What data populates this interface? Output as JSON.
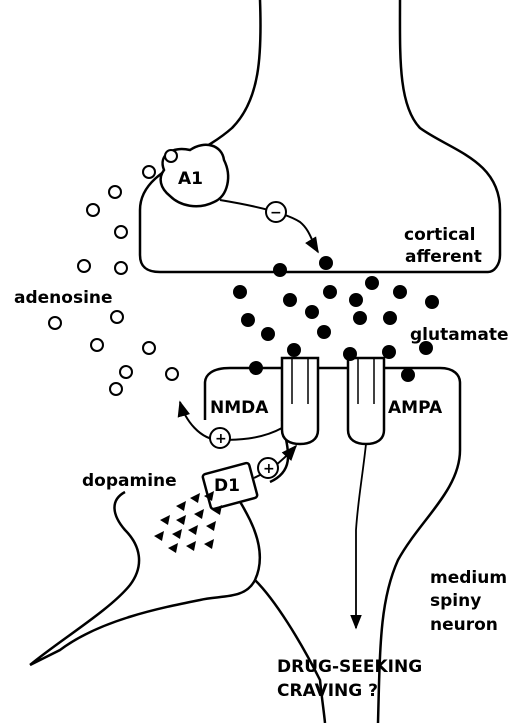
{
  "labels": {
    "a1": "A1",
    "cortical": "cortical",
    "afferent": "afferent",
    "adenosine": "adenosine",
    "glutamate": "glutamate",
    "nmda": "NMDA",
    "ampa": "AMPA",
    "dopamine": "dopamine",
    "d1": "D1",
    "medium": "medium",
    "spiny": "spiny",
    "neuron": "neuron",
    "outcome_line1": "DRUG-SEEKING",
    "outcome_line2": "CRAVING ?"
  },
  "symbols": {
    "minus": "−",
    "plus": "+"
  },
  "colors": {
    "line": "#000000",
    "background": "#ffffff"
  }
}
